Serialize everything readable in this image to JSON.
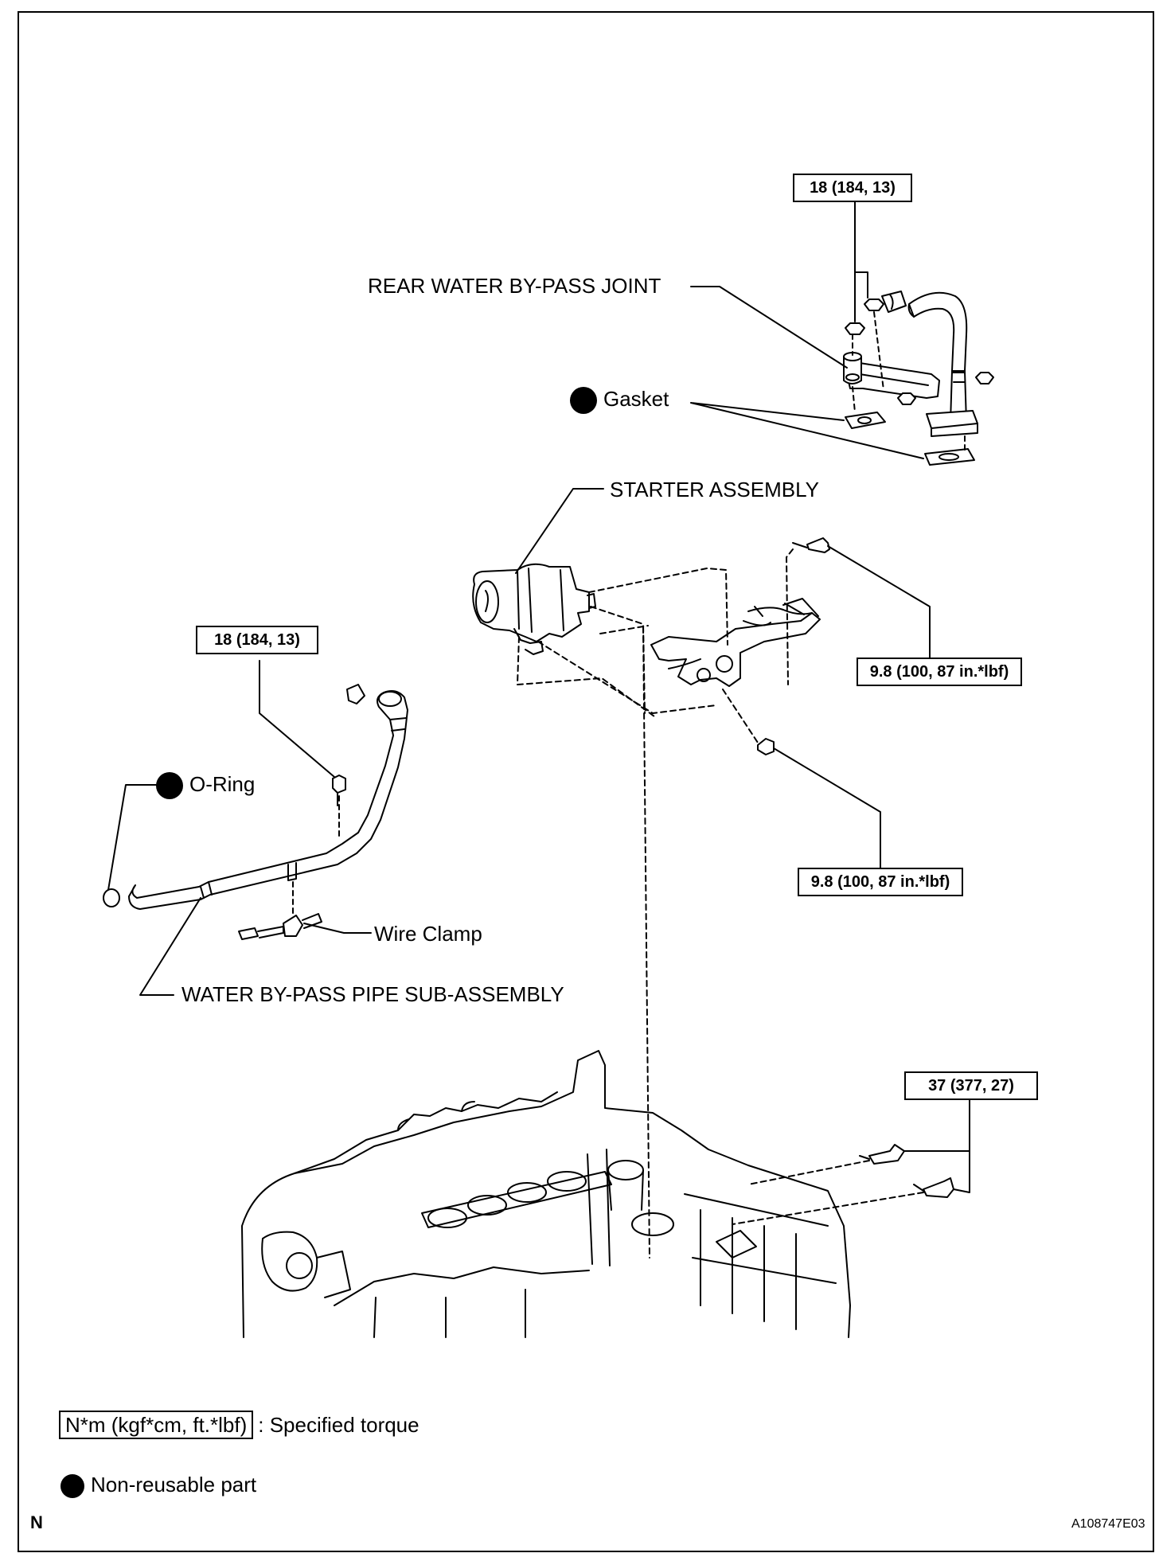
{
  "labels": {
    "rear_joint": "REAR WATER BY-PASS JOINT",
    "gasket": "Gasket",
    "starter": "STARTER ASSEMBLY",
    "oring": "O-Ring",
    "wire_clamp": "Wire Clamp",
    "bypass_pipe": "WATER BY-PASS PIPE SUB-ASSEMBLY"
  },
  "torques": {
    "joint": "18 (184, 13)",
    "pipe": "18 (184, 13)",
    "starter_upper": "9.8 (100, 87 in.*lbf)",
    "starter_lower": "9.8 (100, 87 in.*lbf)",
    "engine": "37 (377, 27)"
  },
  "legend": {
    "torque_box": "N*m (kgf*cm, ft.*lbf)",
    "torque_text": ": Specified torque",
    "nonreusable_text": "Non-reusable part"
  },
  "corner": {
    "left": "N",
    "right": "A108747E03"
  }
}
